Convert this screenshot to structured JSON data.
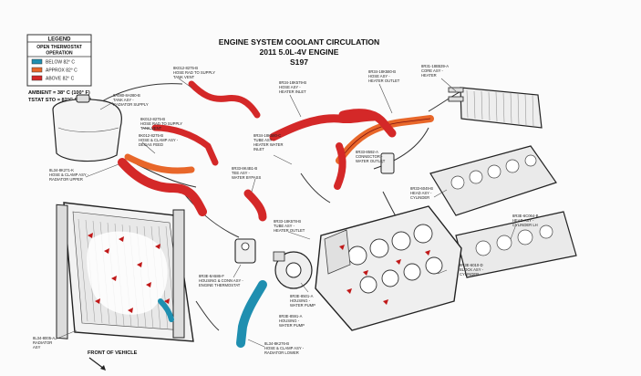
{
  "title": {
    "line1": "ENGINE SYSTEM COOLANT CIRCULATION",
    "line2": "2011 5.0L-4V ENGINE",
    "line3": "S197"
  },
  "legend": {
    "header": "LEGEND",
    "subheader1": "OPEN THERMOSTAT",
    "subheader2": "OPERATION",
    "items": [
      {
        "label": "BELOW 82° C",
        "color": "#1f8fb0"
      },
      {
        "label": "APPROX 82° C",
        "color": "#e8672a"
      },
      {
        "label": "ABOVE 82° C",
        "color": "#d42828"
      }
    ]
  },
  "conditions": {
    "ambient": "AMBIENT = 38° C (100° F)",
    "tstat": "TSTAT STO = 82°C (180°F)"
  },
  "colors": {
    "hot": "#d42828",
    "warm": "#e8672a",
    "cold": "#1f8fb0"
  },
  "callouts": {
    "tank": [
      "8A080-8A080-B",
      "TANK ASY -",
      "RADIATOR SUPPLY"
    ],
    "hose_vent": [
      "8K012-8275-B",
      "HOSE RAD TO SUPPLY",
      "TANK VENT"
    ],
    "hose_degas": [
      "8K012-8275-B",
      "HOSE RAD TO SUPPLY",
      "TANK VENT"
    ],
    "hose_clamp_degas": [
      "8K012-8275-B",
      "HOSE & CLAMP ASY -",
      "DEGAS FEED"
    ],
    "hose_radiator_upper": [
      "8L34-8K271-K",
      "HOSE & CLAMP ASY -",
      "RADIATOR UPPER"
    ],
    "heater_inlet": [
      "8R34-18K579-B",
      "HOSE ASY -",
      "HEATER INLET"
    ],
    "heater_outlet": [
      "8R34-18K580-B",
      "HOSE ASY -",
      "HEATER OUTLET"
    ],
    "heater_core": [
      "8R31-18B539-A",
      "CORE ASY -",
      "HEATER"
    ],
    "tube_heater": [
      "8R34-18K580-C",
      "TUBE ASY -",
      "HEATER WATER",
      "INLET"
    ],
    "tee_bypass": [
      "8R33-8K4B1-B",
      "TEE ASY -",
      "WATER BYPASS"
    ],
    "connector": [
      "8R33-8592-A",
      "CONNECTOR -",
      "WATER OUTLET"
    ],
    "head_lh": [
      "8R33-6049-B",
      "HEAD ASY -",
      "CYLINDER"
    ],
    "head_rh": [
      "8R3E-6C064-B",
      "HEAD ASY -",
      "CYLINDER LH"
    ],
    "tube_heater_outlet": [
      "8R33-18K578-B",
      "TUBE ASY -",
      "HEATER OUTLET"
    ],
    "housing_thermostat": [
      "8R3E-8A586-F",
      "HOUSING & CONN ASY -",
      "ENGINE THERMOSTAT"
    ],
    "water_pump": [
      "8R3E-8501-A",
      "HOUSING -",
      "WATER PUMP"
    ],
    "water_pump_body": [
      "8R3E-8591-A",
      "HOUSING -",
      "WATER PUMP"
    ],
    "block": [
      "8R3E-6010-D",
      "BLOCK ASY -",
      "CYLINDER"
    ],
    "radiator": [
      "8L34-8005-A",
      "RADIATOR",
      "ASY"
    ],
    "hose_radiator_lower": [
      "8L34-8K276-B",
      "HOSE & CLAMP ASY -",
      "RADIATOR LOWER"
    ]
  },
  "front_label": "FRONT OF VEHICLE"
}
